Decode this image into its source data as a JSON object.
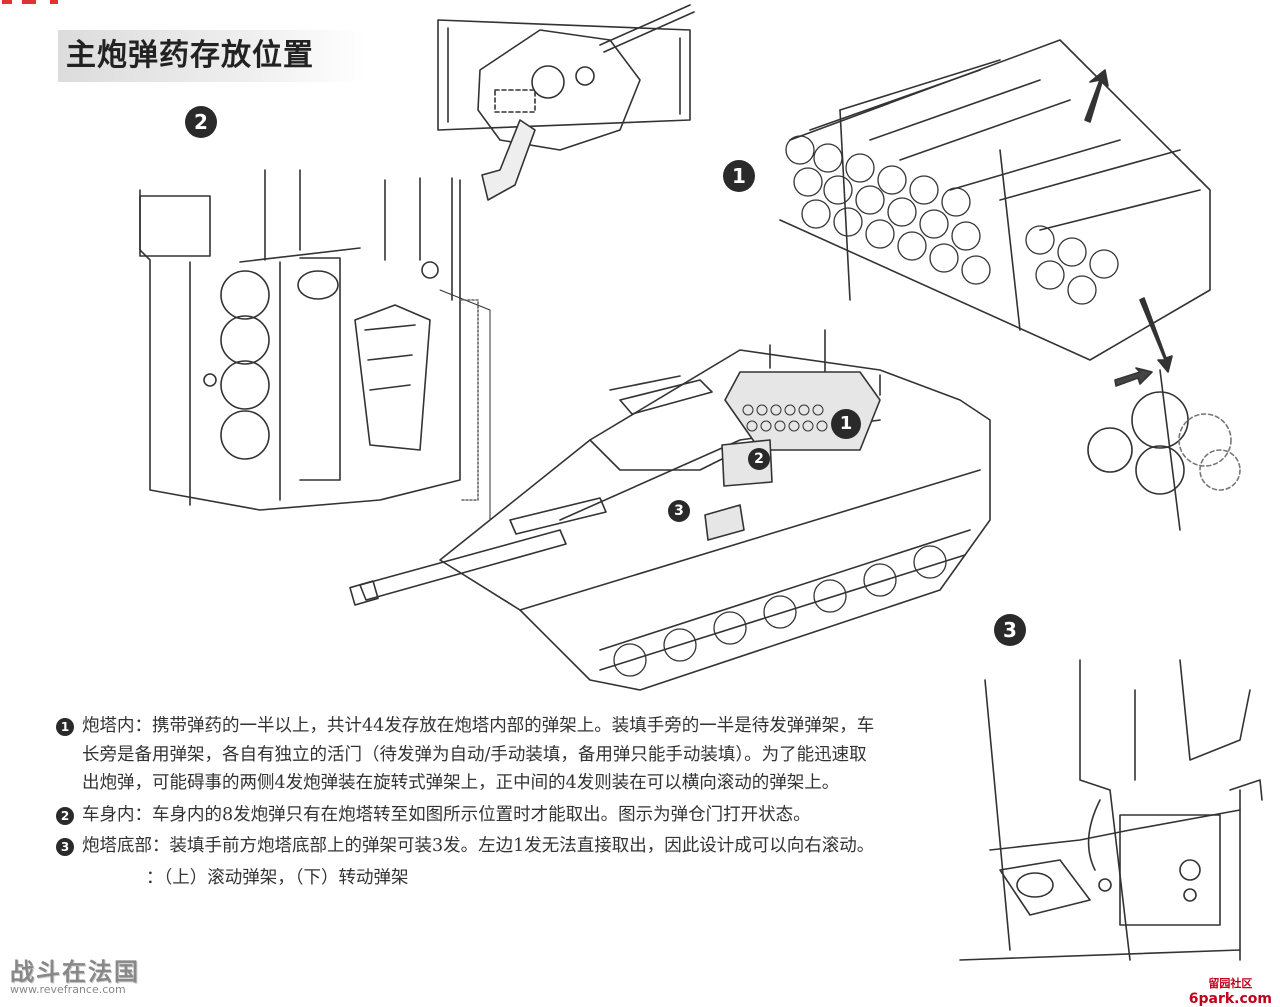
{
  "title": "主炮弹药存放位置",
  "badges": {
    "b1": "1",
    "b2": "2",
    "b3": "3"
  },
  "captions": [
    {
      "num": "1",
      "text": "炮塔内：携带弹药的一半以上，共计44发存放在炮塔内部的弹架上。装填手旁的一半是待发弹弹架，车长旁是备用弹架，各自有独立的活门（待发弹为自动/手动装填，备用弹只能手动装填）。为了能迅速取出炮弹，可能碍事的两侧4发炮弹装在旋转式弹架上，正中间的4发则装在可以横向滚动的弹架上。"
    },
    {
      "num": "2",
      "text": "车身内：车身内的8发炮弹只有在炮塔转至如图所示位置时才能取出。图示为弹仓门打开状态。"
    },
    {
      "num": "3",
      "text": "炮塔底部：装填手前方炮塔底部上的弹架可装3发。左边1发无法直接取出，因此设计成可以向右滚动。"
    }
  ],
  "footnote": "：（上）滚动弹架，（下）转动弹架",
  "watermarks": {
    "left_big": "战斗在法国",
    "left_small": "www.revefrance.com",
    "right_top": "留园社区",
    "right_bottom": "6park.com"
  }
}
